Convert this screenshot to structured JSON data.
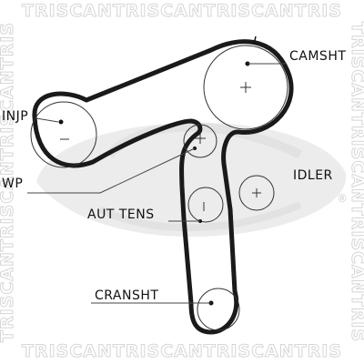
{
  "labels": {
    "camshaft": "CAMSHT",
    "injection_pump": "INJP",
    "idler": "IDLER",
    "water_pump": "WP",
    "auto_tensioner": "AUT TENS",
    "crankshaft": "CRANSHT"
  },
  "watermark": {
    "text": "TRISCANTRISCANTRISCANTRIS",
    "copyright": "®"
  },
  "colors": {
    "belt": "#1a1a1a",
    "pulley": "#333333",
    "leader": "#444444",
    "watermark": "#d6d6d6"
  }
}
